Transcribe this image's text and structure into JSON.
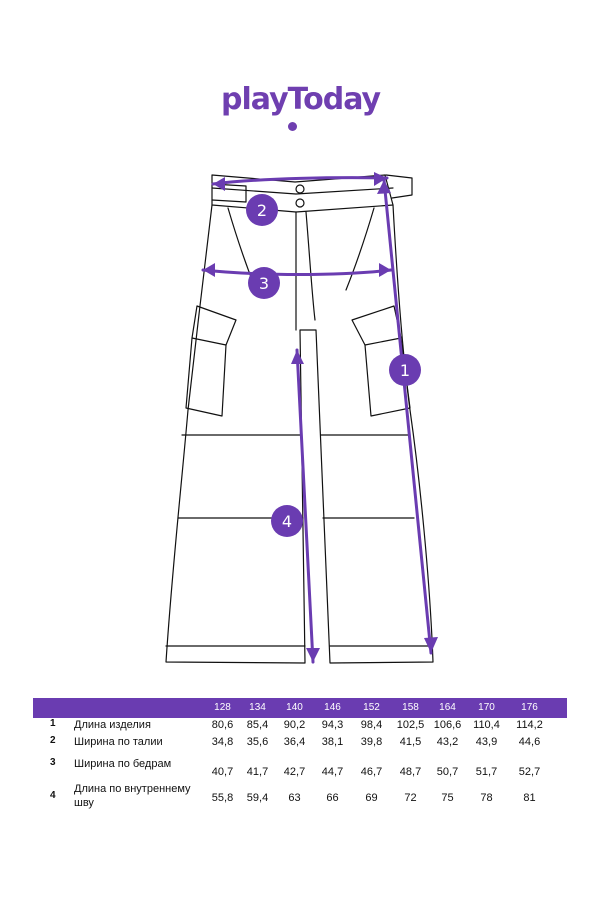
{
  "brand": {
    "logo_text": "playToday"
  },
  "diagram": {
    "measure_markers": [
      "1",
      "2",
      "3",
      "4"
    ]
  },
  "size_table": {
    "sizes": [
      "128",
      "134",
      "140",
      "146",
      "152",
      "158",
      "164",
      "170",
      "176"
    ],
    "rows": [
      {
        "index": "1",
        "label": "Длина изделия",
        "values": [
          "80,6",
          "85,4",
          "90,2",
          "94,3",
          "98,4",
          "102,5",
          "106,6",
          "110,4",
          "114,2"
        ]
      },
      {
        "index": "2",
        "label": "Ширина по талии",
        "values": [
          "34,8",
          "35,6",
          "36,4",
          "38,1",
          "39,8",
          "41,5",
          "43,2",
          "43,9",
          "44,6"
        ]
      },
      {
        "index": "3",
        "label": "Ширина по бедрам",
        "values": [
          "40,7",
          "41,7",
          "42,7",
          "44,7",
          "46,7",
          "48,7",
          "50,7",
          "51,7",
          "52,7"
        ]
      },
      {
        "index": "4",
        "label": "Длина по внутреннему шву",
        "values": [
          "55,8",
          "59,4",
          "63",
          "66",
          "69",
          "72",
          "75",
          "78",
          "81"
        ]
      }
    ]
  },
  "colors": {
    "accent": "#6a3cb1",
    "line": "#111111",
    "background": "#ffffff"
  }
}
